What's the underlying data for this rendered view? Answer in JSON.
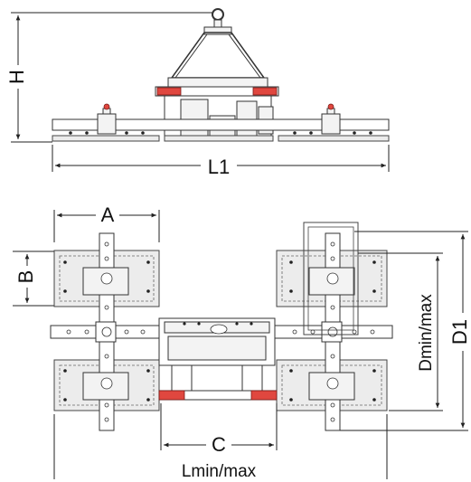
{
  "labels": {
    "H": "H",
    "L1": "L1",
    "A": "A",
    "B": "B",
    "C": "C",
    "Lminmax": "Lmin/max",
    "Dminmax": "Dmin/max",
    "D1": "D1"
  }
}
